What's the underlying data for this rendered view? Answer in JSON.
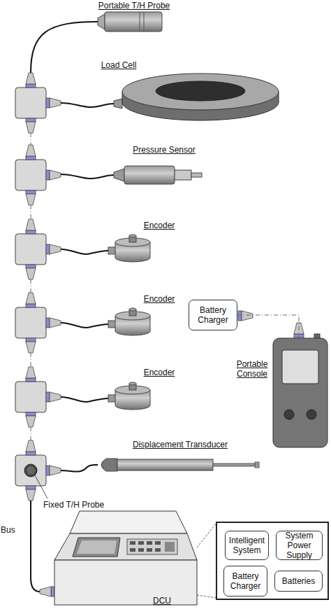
{
  "diagram": {
    "nodes": [
      {
        "text": [
          "Battery Charger"
        ]
      },
      {
        "text": [
          "Portable Console"
        ]
      },
      {
        "text": [
          "Intelligent System"
        ]
      },
      {
        "text": [
          "System Power Supply"
        ]
      },
      {
        "text": [
          "Battery Charger"
        ]
      },
      {
        "text": [
          "Batteries"
        ]
      }
    ],
    "edges": [
      {
        "from": 0,
        "to": 1,
        "arrow": "none"
      }
    ],
    "labels": [
      "Portable T/H Probe",
      "Load Cell",
      "Pressure Sensor",
      "Encoder",
      "Encoder",
      "Encoder",
      "Displacement Transducer",
      "Fixed T/H Probe",
      "Bus",
      "DCU"
    ]
  }
}
